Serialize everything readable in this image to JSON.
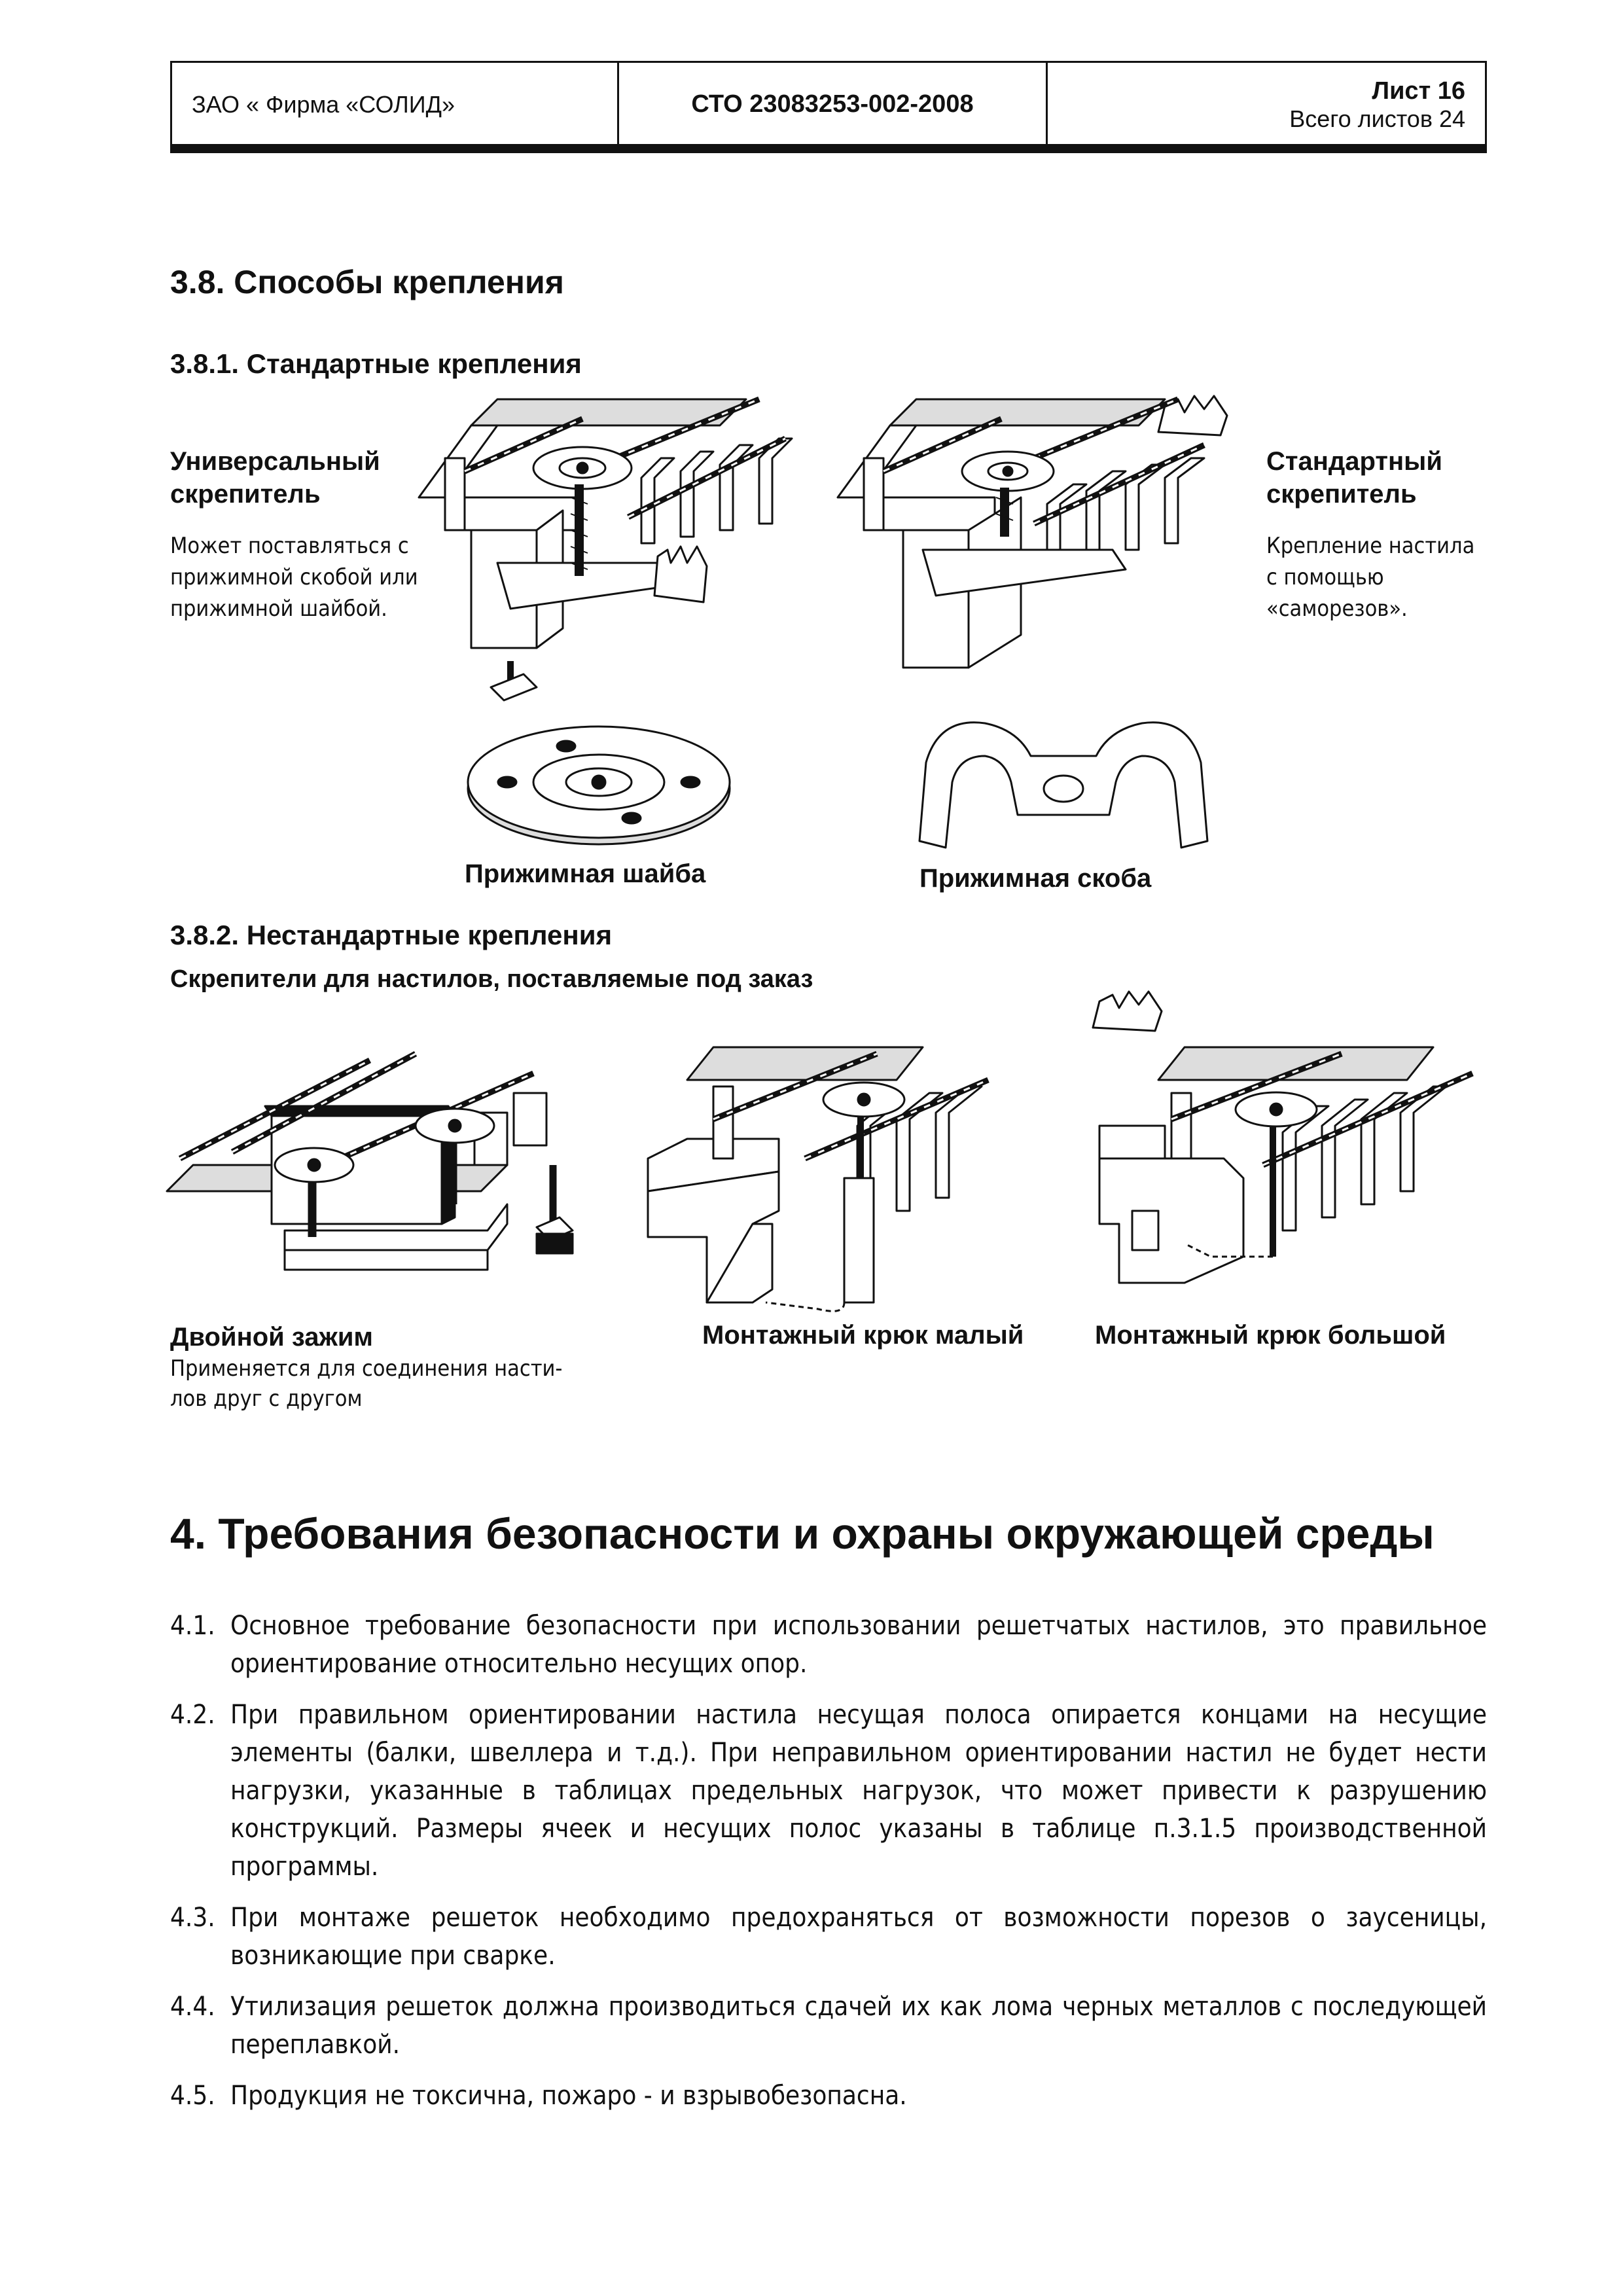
{
  "header": {
    "company": "ЗАО « Фирма «СОЛИД»",
    "standard": "СТО 23083253-002-2008",
    "sheet": "Лист 16",
    "total": "Всего листов 24"
  },
  "section_3_8": {
    "title": "3.8. Способы крепления",
    "sub_3_8_1": "3.8.1. Стандартные крепления",
    "universal": {
      "label_line1": "Универсальный",
      "label_line2": "скрепитель",
      "desc_line1": "Может поставляться с",
      "desc_line2": "прижимной скобой или",
      "desc_line3": "прижимной шайбой."
    },
    "standard": {
      "label_line1": "Стандартный",
      "label_line2": "скрепитель",
      "desc_line1": "Крепление настила",
      "desc_line2": "с помощью",
      "desc_line3": "«саморезов»."
    },
    "washer_caption": "Прижимная шайба",
    "bracket_caption": "Прижимная скоба",
    "sub_3_8_2": "3.8.2. Нестандартные крепления",
    "sub_3_8_2_caption": "Скрепители для настилов, поставляемые под заказ",
    "double_clamp": {
      "label": "Двойной зажим",
      "desc_line1": "Применяется для соединения насти-",
      "desc_line2": "лов друг с другом"
    },
    "hook_small": "Монтажный крюк малый",
    "hook_large": "Монтажный крюк большой"
  },
  "section_4": {
    "title": "4. Требования безопасности и охраны окружающей среды",
    "items": [
      {
        "num": "4.1.",
        "text": "Основное требование безопасности при использовании решетчатых настилов, это правильное ориентирование относительно несущих опор."
      },
      {
        "num": "4.2.",
        "text": "При правильном ориентировании настила несущая полоса опирается концами на несущие элементы (балки, швеллера и т.д.). При неправильном ориентировании настил не будет нести нагрузки, указанные в таблицах предельных нагрузок, что может привести к разрушению конструкций. Размеры ячеек и несущих полос указаны в таблице п.3.1.5 производственной программы."
      },
      {
        "num": "4.3.",
        "text": "При монтаже решеток необходимо предохраняться от возможности порезов о заусеницы, возникающие при сварке."
      },
      {
        "num": "4.4.",
        "text": "Утилизация решеток должна производиться сдачей их как лома черных металлов с последующей переплавкой."
      },
      {
        "num": "4.5.",
        "text": "Продукция не токсична, пожаро - и взрывобезопасна."
      }
    ]
  }
}
